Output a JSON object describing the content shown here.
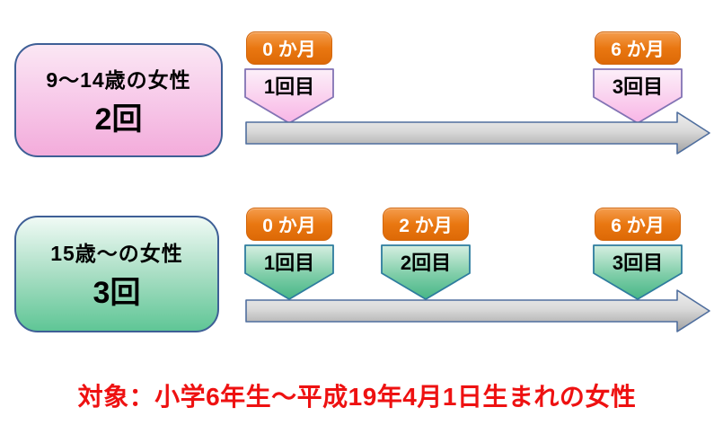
{
  "caption": {
    "text": "対象：小学6年生～平成19年4月1日生まれの女性"
  },
  "groups": [
    {
      "id": "ages-9-14",
      "box": {
        "line1": "9～14歳の女性",
        "line2": "2回"
      },
      "milestones": [
        {
          "month": "0 か月",
          "dose": "1回目"
        },
        {
          "month": "6 か月",
          "dose": "3回目"
        }
      ]
    },
    {
      "id": "ages-15-plus",
      "box": {
        "line1": "15歳～の女性",
        "line2": "3回"
      },
      "milestones": [
        {
          "month": "0 か月",
          "dose": "1回目"
        },
        {
          "month": "2 か月",
          "dose": "2回目"
        },
        {
          "month": "6 か月",
          "dose": "3回目"
        }
      ]
    }
  ],
  "colors": {
    "badge_orange": "#ED7D31",
    "pentagon_pink": "#F8B5E6",
    "pentagon_pink_border": "#8273B4",
    "pentagon_green": "#46B686",
    "pentagon_green_border": "#2E7C9E",
    "box_border_blue": "#3E5F96",
    "timeline_gray": "#A0A0A0",
    "timeline_border": "#4F6E9E",
    "caption_red": "#EE1111"
  }
}
